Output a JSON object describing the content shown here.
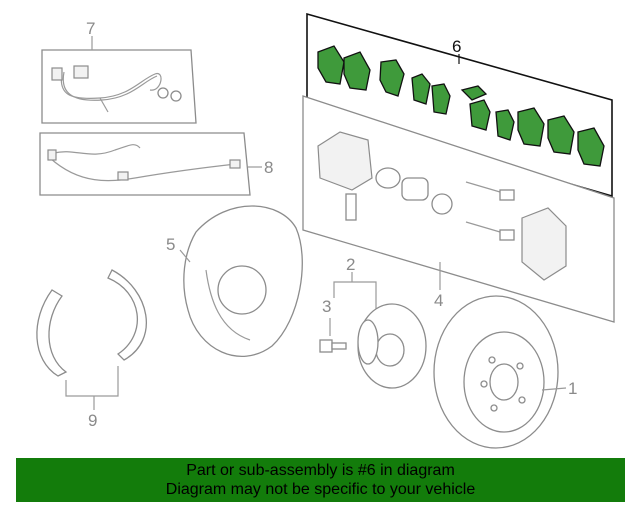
{
  "callouts": {
    "c1": "1",
    "c2": "2",
    "c3": "3",
    "c4": "4",
    "c5": "5",
    "c6": "6",
    "c7": "7",
    "c8": "8",
    "c9": "9"
  },
  "highlight_color": "#3f9a3b",
  "banner": {
    "line1": "Part or sub-assembly is #6 in diagram",
    "line2": "Diagram may not be specific to your vehicle",
    "background": "#137c0b"
  }
}
